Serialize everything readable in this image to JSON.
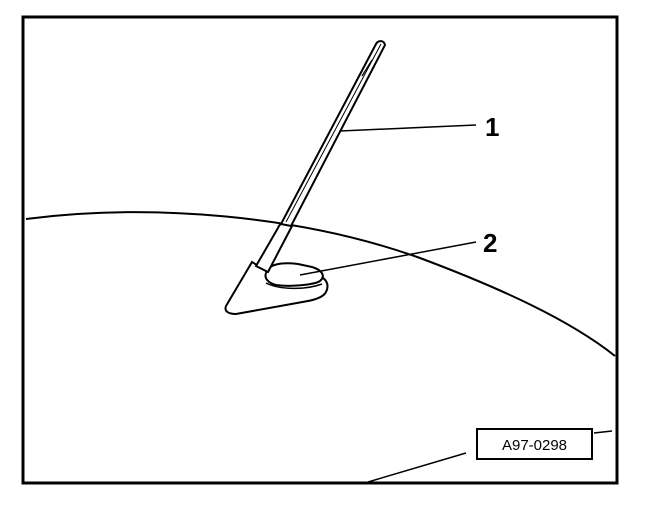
{
  "figure": {
    "callouts": [
      {
        "number": "1",
        "part": "antenna-mast"
      },
      {
        "number": "2",
        "part": "antenna-base"
      }
    ],
    "figure_code": "A97-0298"
  },
  "colors": {
    "ink": "#000000",
    "paper": "#ffffff"
  }
}
